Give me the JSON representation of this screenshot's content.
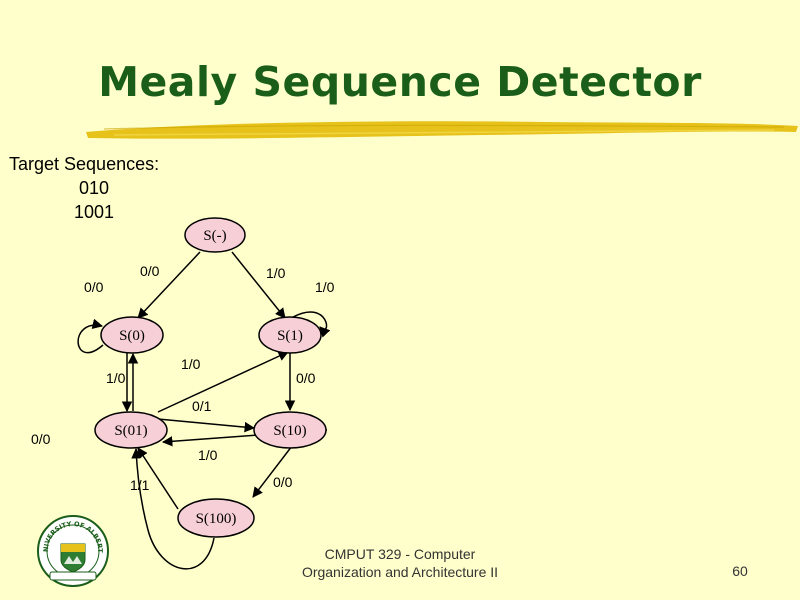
{
  "slide": {
    "title": "Mealy Sequence Detector",
    "targets_heading": "Target Sequences:",
    "sequences": [
      "010",
      "1001"
    ],
    "footer_line1": "CMPUT 329 - Computer",
    "footer_line2": "Organization and Architecture II",
    "page_number": "60",
    "logo_text": "UNIVERSITY OF ALBERTA"
  },
  "colors": {
    "background": "#ffffcc",
    "title": "#1a5e1a",
    "node_fill": "#f7cfd6",
    "brush": "#e6c21a"
  },
  "diagram": {
    "states": [
      "S(-)",
      "S(0)",
      "S(1)",
      "S(01)",
      "S(10)",
      "S(100)"
    ],
    "edge_labels": {
      "dash_to_0": "0/0",
      "dash_to_1": "1/0",
      "self_0": "0/0",
      "self_1": "1/0",
      "s0_to_s01": "1/0",
      "s01_to_s1": "1/0",
      "s1_to_s10": "0/0",
      "s01_to_s10": "0/1",
      "s10_to_s01": "1/0",
      "s10_to_s100": "0/0",
      "s100_to_s01": "1/1",
      "s01_left": "0/0"
    }
  }
}
